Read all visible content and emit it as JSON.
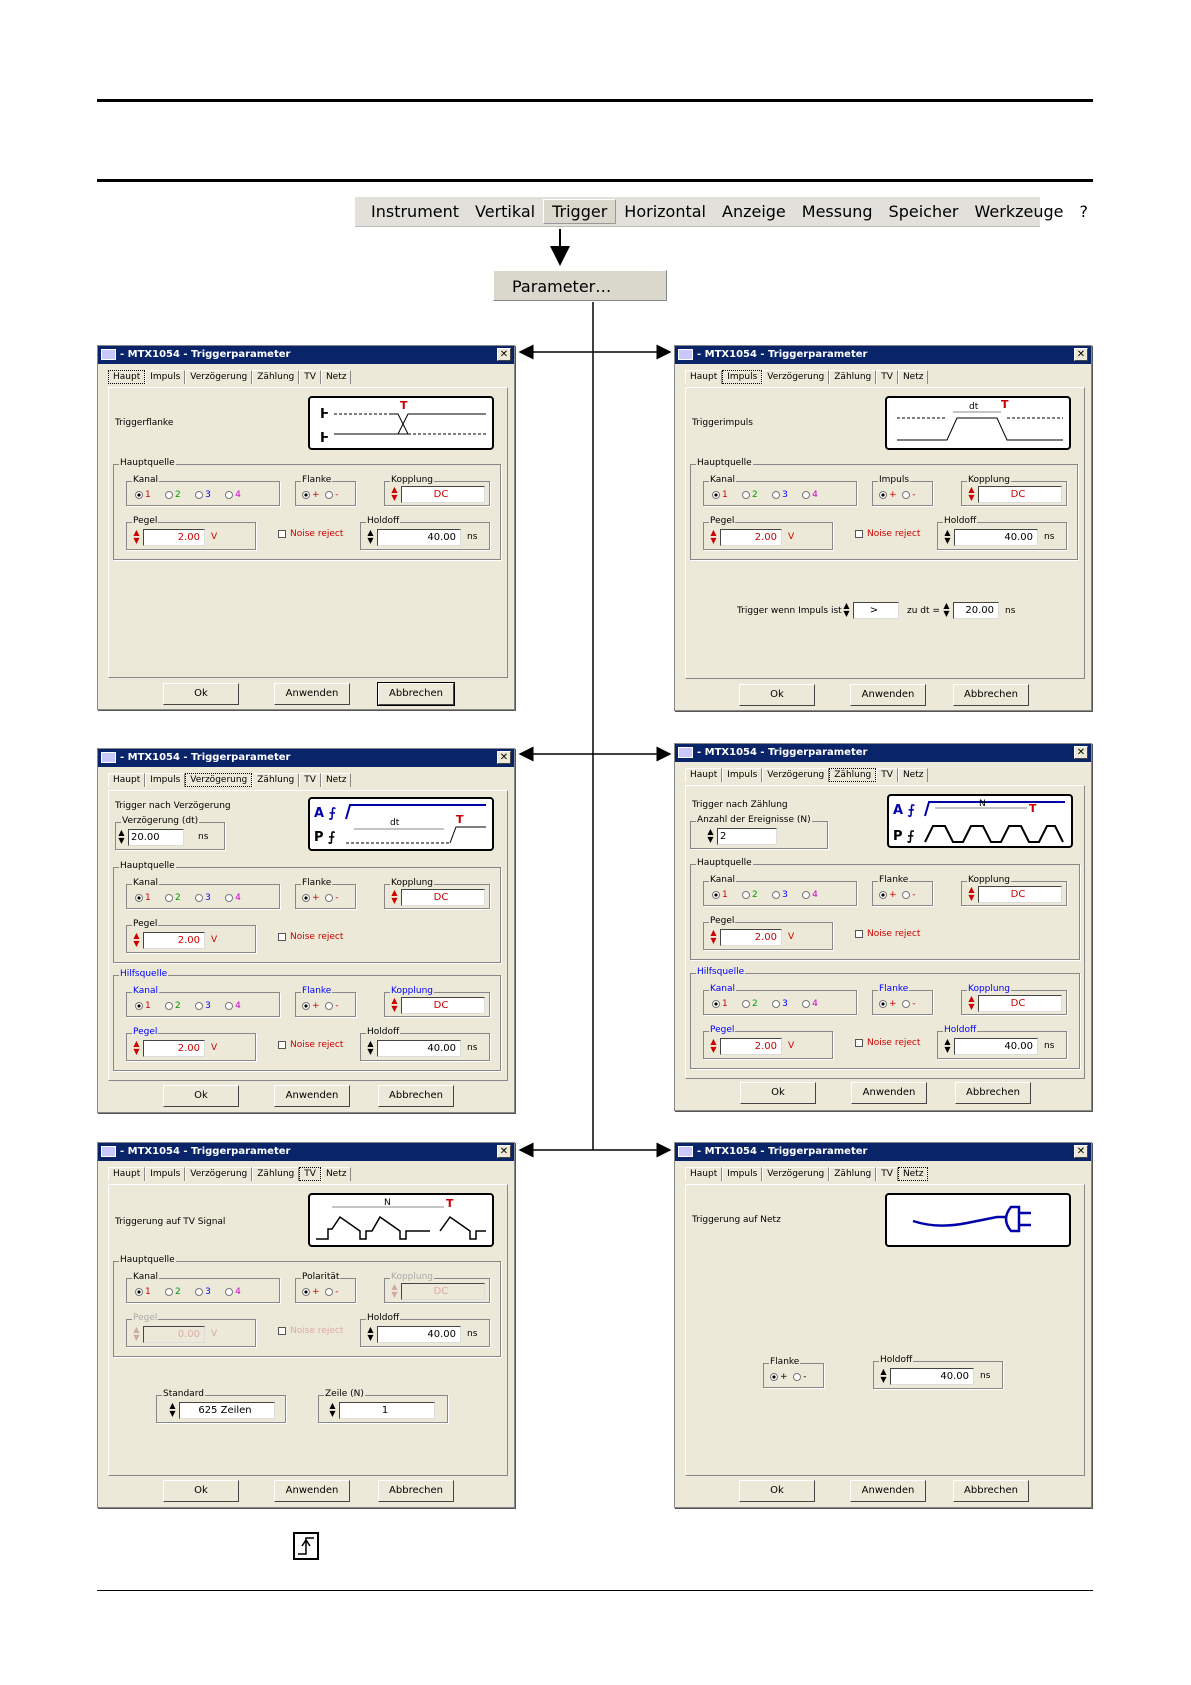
{
  "menubar": {
    "items": [
      "Instrument",
      "Vertikal",
      "Trigger",
      "Horizontal",
      "Anzeige",
      "Messung",
      "Speicher",
      "Werkzeuge",
      "?"
    ],
    "selected": "Trigger"
  },
  "menu_item": "Parameter…",
  "window_title": "- MTX1054 - Triggerparameter",
  "tabs": [
    "Haupt",
    "Impuls",
    "Verzögerung",
    "Zählung",
    "TV",
    "Netz"
  ],
  "labels": {
    "hauptquelle": "Hauptquelle",
    "hilfsquelle": "Hilfsquelle",
    "kanal": "Kanal",
    "flanke": "Flanke",
    "impuls": "Impuls",
    "polaritaet": "Polarität",
    "kopplung": "Kopplung",
    "pegel": "Pegel",
    "holdoff": "Holdoff",
    "noise": "Noise reject",
    "ns": "ns",
    "v": "V",
    "ch1": "1",
    "ch2": "2",
    "ch3": "3",
    "ch4": "4",
    "plus": "+",
    "minus": "-",
    "dc": "DC",
    "level": "2.00",
    "level0": "0.00",
    "holdoff_val": "40.00",
    "ok": "Ok",
    "apply": "Anwenden",
    "cancel": "Abbrechen"
  },
  "haupt": {
    "desc": "Triggerflanke"
  },
  "impuls": {
    "desc": "Triggerimpuls",
    "cond_label": "Trigger wenn Impuls ist",
    "cond_val": ">",
    "dt_label": "zu dt =",
    "dt_val": "20.00"
  },
  "verz": {
    "desc": "Trigger nach Verzögerung",
    "delay_label": "Verzögerung (dt)",
    "delay_val": "20.00"
  },
  "zaehl": {
    "desc": "Trigger nach Zählung",
    "count_label": "Anzahl der Ereignisse (N)",
    "count_val": "2"
  },
  "tv": {
    "desc": "Triggerung auf TV Signal",
    "std_label": "Standard",
    "std_val": "625 Zeilen",
    "line_label": "Zeile (N)",
    "line_val": "1"
  },
  "netz": {
    "desc": "Triggerung auf Netz"
  },
  "wave_text": {
    "t": "T",
    "dt": "dt",
    "n": "N",
    "a": "A",
    "p": "P"
  }
}
